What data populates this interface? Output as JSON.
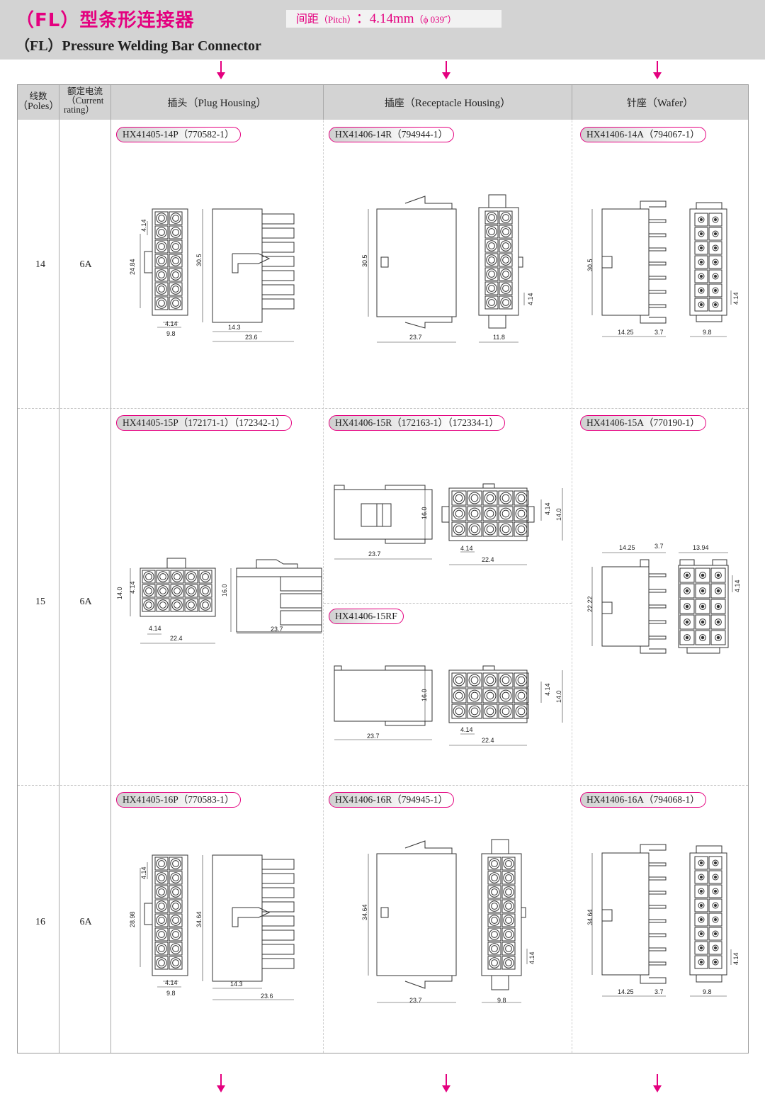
{
  "header": {
    "title_cn": "（FL）型条形连接器",
    "title_en": "（FL）Pressure Welding Bar Connector",
    "pitch_label_cn": "间距",
    "pitch_label_en": "（Pitch）",
    "pitch_colon": "：",
    "pitch_value": "4.14mm",
    "pitch_inch": "（ϕ 039˝）"
  },
  "columns": {
    "poles_cn": "线数",
    "poles_en": "（Poles）",
    "rating_cn": "额定电流",
    "rating_en_1": "（Current",
    "rating_en_2": "rating）",
    "plug_cn": "插头",
    "plug_en": "（Plug Housing）",
    "receptacle_cn": "插座",
    "receptacle_en": "（Receptacle Housing）",
    "wafer_cn": "针座",
    "wafer_en": "（Wafer）"
  },
  "rows": [
    {
      "poles": "14",
      "rating": "6A",
      "plug_part": "HX41405-14P（770582-1）",
      "receptacle_part": "HX41406-14R（794944-1）",
      "wafer_part": "HX41406-14A（794067-1）",
      "dims": {
        "plug_pitch": "4.14",
        "plug_height": "24.84",
        "plug_total_height": "30.5",
        "plug_width": "9.8",
        "plug_bottom_pitch": "4.14",
        "plug_len_a": "14.3",
        "plug_len_b": "23.6",
        "rec_height": "30.5",
        "rec_length": "23.7",
        "rec_width": "11.8",
        "rec_pitch": "4.14",
        "wafer_height": "30.5",
        "wafer_len_a": "14.25",
        "wafer_len_b": "3.7",
        "wafer_width": "9.8",
        "wafer_pitch": "4.14"
      }
    },
    {
      "poles": "15",
      "rating": "6A",
      "plug_part": "HX41405-15P（172171-1）（172342-1）",
      "receptacle_part": "HX41406-15R（172163-1）（172334-1）",
      "receptacle_part_2": "HX41406-15RF",
      "wafer_part": "HX41406-15A（770190-1）",
      "dims": {
        "plug_height": "14.0",
        "plug_pitch": "4.14",
        "plug_bottom_pitch": "4.14",
        "plug_width": "22.4",
        "plug_side_height": "16.0",
        "plug_side_len": "23.7",
        "rec_height": "16.0",
        "rec_length": "23.7",
        "rec_pitch": "4.14",
        "rec_face_height": "14.0",
        "rec_bottom_pitch": "4.14",
        "rec_face_width": "22.4",
        "rec2_height": "16.0",
        "rec2_length": "23.7",
        "rec2_pitch": "4.14",
        "rec2_face_height": "14.0",
        "rec2_bottom_pitch": "4.14",
        "rec2_face_width": "22.4",
        "wafer_len_a": "14.25",
        "wafer_len_b": "3.7",
        "wafer_face_width": "13.94",
        "wafer_height": "22.22",
        "wafer_pitch": "4.14"
      }
    },
    {
      "poles": "16",
      "rating": "6A",
      "plug_part": "HX41405-16P（770583-1）",
      "receptacle_part": "HX41406-16R（794945-1）",
      "wafer_part": "HX41406-16A（794068-1）",
      "dims": {
        "plug_pitch": "4.14",
        "plug_height": "28.98",
        "plug_total_height": "34.64",
        "plug_bottom_pitch": "4.14",
        "plug_width": "9.8",
        "plug_len_a": "14.3",
        "plug_len_b": "23.6",
        "rec_height": "34.64",
        "rec_length": "23.7",
        "rec_width": "9.8",
        "rec_pitch": "4.14",
        "wafer_height": "34.64",
        "wafer_len_a": "14.25",
        "wafer_len_b": "3.7",
        "wafer_width": "9.8",
        "wafer_pitch": "4.14"
      }
    }
  ],
  "colors": {
    "accent": "#e4007f",
    "header_bg": "#d3d3d3"
  },
  "icons": {
    "section_arrow": "arrow-down-icon"
  }
}
